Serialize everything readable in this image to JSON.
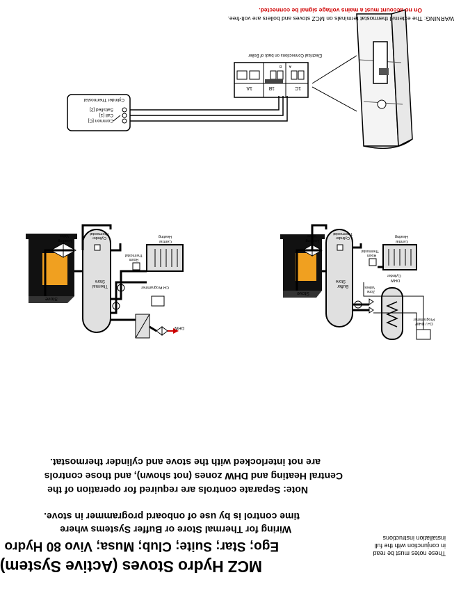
{
  "header": {
    "title": "MCZ Hydro Stoves (Active System)",
    "models": "Ego; Star; Suite; Club; Musa; Vivo 80 Hydro",
    "wiring_line1": "Wiring for Thermal Store or Buffer Systems where",
    "wiring_line2": "time control is by use of onboard programmer in stove."
  },
  "notice": {
    "line1": "These notes must be read",
    "line2": "in conjunction with the full",
    "line3": "installation instructions"
  },
  "note": {
    "line1": "Note: Separate controls are required for operation of the",
    "line2": "Central Heating and DHW zones (not shown), and those controls",
    "line3": "are not interlocked with the stove and cylinder thermostat."
  },
  "left_diagram": {
    "stove": "Stove",
    "valve_line1": "Loading",
    "valve_line2": "Valve",
    "cyl_thermostat_line1": "Cylinder",
    "cyl_thermostat_line2": "Thermostat",
    "store_line1": "Thermal",
    "store_line2": "Store",
    "heating_line1": "Central",
    "heating_line2": "Heating",
    "room_thermostat_line1": "Room",
    "room_thermostat_line2": "Thermostat",
    "ch_programmer": "CH Programmer",
    "dhw": "DHW"
  },
  "right_diagram": {
    "stove": "Stove",
    "valve_line1": "Loading",
    "valve_line2": "Valve",
    "cyl_thermostat_line1": "Cylinder",
    "cyl_thermostat_line2": "Thermostat",
    "store_line1": "Buffer",
    "store_line2": "Store",
    "heating_line1": "Central",
    "heating_line2": "Heating",
    "room_thermostat_line1": "Room",
    "room_thermostat_line2": "Thermostat",
    "zone_valves_line1": "Zone",
    "zone_valves_line2": "Valves",
    "dhw_cyl_line1": "DHW",
    "dhw_cyl_line2": "Cylinder",
    "programmer_line1": "CH / DHW",
    "programmer_line2": "Programmer"
  },
  "wiring": {
    "cyl_thermostat_title": "Cylinder Thermostat",
    "terminal_common": "Common [C]",
    "terminal_call": "Call [1]",
    "terminal_satisfied": "Satisfied [2]",
    "connections_title": "Electrical Connections on back of Boiler",
    "block_1a": "1A",
    "block_1b": "1B",
    "block_1c": "1C",
    "term_a": "A",
    "term_b": "B",
    "warning_black": "WARNING: The external thermostat terminals on MCZ stoves and boilers are volt-free.",
    "warning_red": "On no account must a mains voltage signal be connected."
  }
}
